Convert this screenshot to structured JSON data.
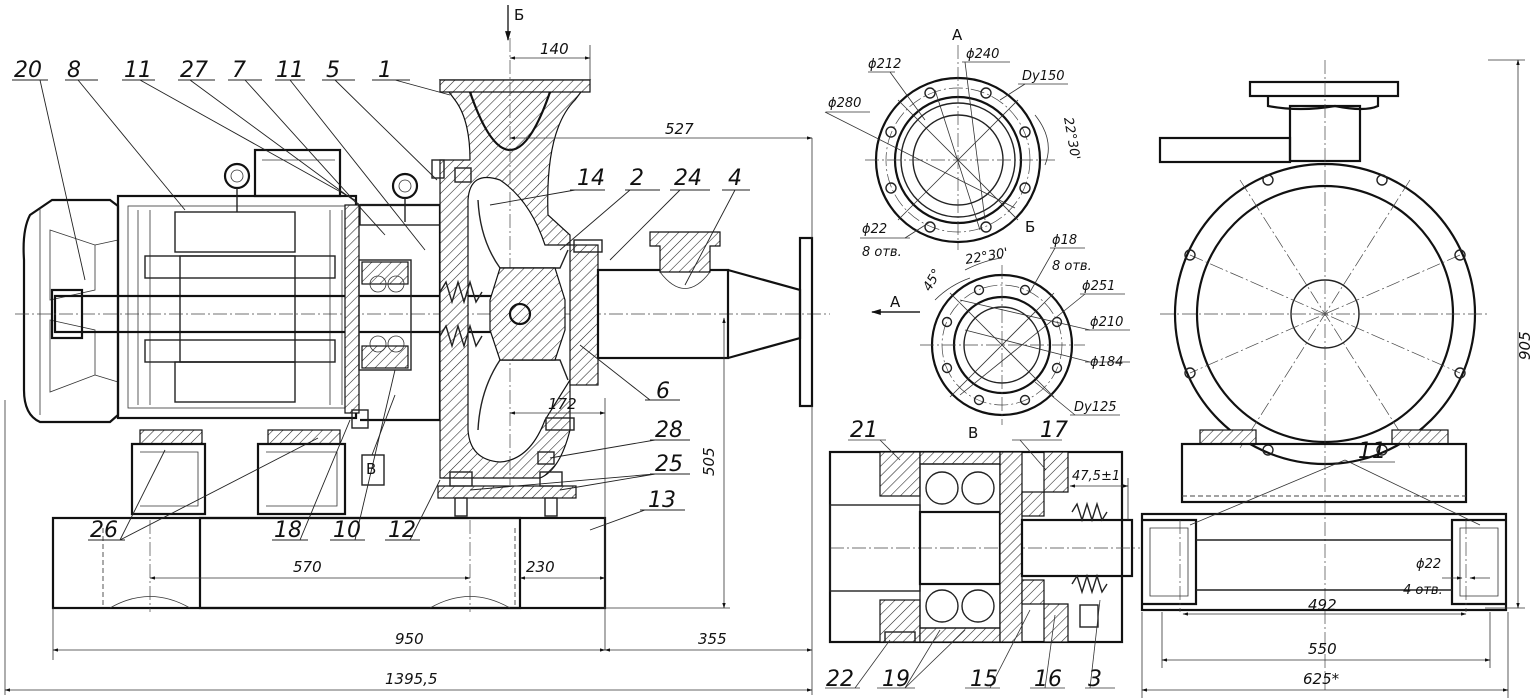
{
  "drawing": {
    "callouts_left_top": [
      "20",
      "8",
      "11",
      "27",
      "7",
      "11",
      "5",
      "1"
    ],
    "callouts_left_mid": [
      "14",
      "2",
      "24",
      "4",
      "6"
    ],
    "callouts_left_bottom": [
      "26",
      "18",
      "10",
      "12",
      "28",
      "25",
      "13"
    ],
    "callouts_detail": [
      "21",
      "17",
      "22",
      "19",
      "15",
      "16",
      "3"
    ],
    "callout_side": "11",
    "view_letters": {
      "b_top": "Б",
      "a_top": "А",
      "b_flange": "Б",
      "a_arrow": "А",
      "v_flange": "В",
      "v_section": "В"
    },
    "dims_main": {
      "d140": "140",
      "d527": "527",
      "d172": "172",
      "d505": "505",
      "d570": "570",
      "d230": "230",
      "d950": "950",
      "d355": "355",
      "d1395": "1395,5"
    },
    "flange_a": {
      "d212": "ϕ212",
      "d240": "ϕ240",
      "dy150": "Dy150",
      "d280": "ϕ280",
      "angle": "22°30'",
      "holes_d": "ϕ22",
      "holes_n": "8 отв."
    },
    "flange_b": {
      "angle1": "45°",
      "angle2": "22°30'",
      "holes_d": "ϕ18",
      "holes_n": "8 отв.",
      "d251": "ϕ251",
      "d210": "ϕ210",
      "d184": "ϕ184",
      "dy125": "Dy125"
    },
    "detail": {
      "gap": "47,5±1"
    },
    "side_view": {
      "d905": "905",
      "d22": "ϕ22",
      "holes_n": "4 отв.",
      "d492": "492",
      "d550": "550",
      "d625": "625*"
    }
  }
}
